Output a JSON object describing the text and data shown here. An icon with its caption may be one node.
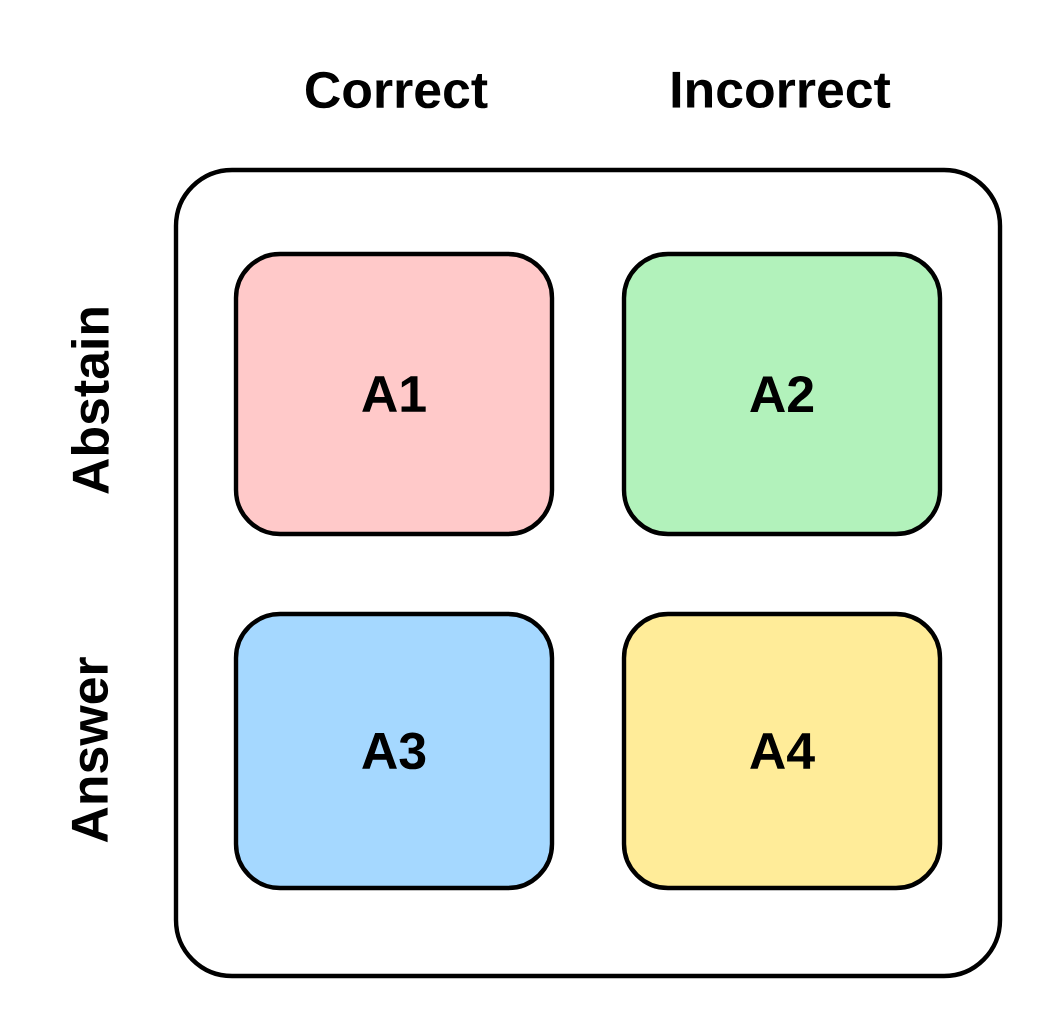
{
  "diagram": {
    "nodes": [
      {
        "text": [],
        "shape": "box"
      },
      {
        "text": [
          "A1"
        ],
        "in": 0
      },
      {
        "text": [
          "A2"
        ],
        "in": 0
      },
      {
        "text": [
          "A3"
        ],
        "in": 0
      },
      {
        "text": [
          "A4"
        ],
        "in": 0
      }
    ],
    "labels": [
      "Correct",
      "Incorrect",
      "Abstain",
      "Answer"
    ]
  }
}
